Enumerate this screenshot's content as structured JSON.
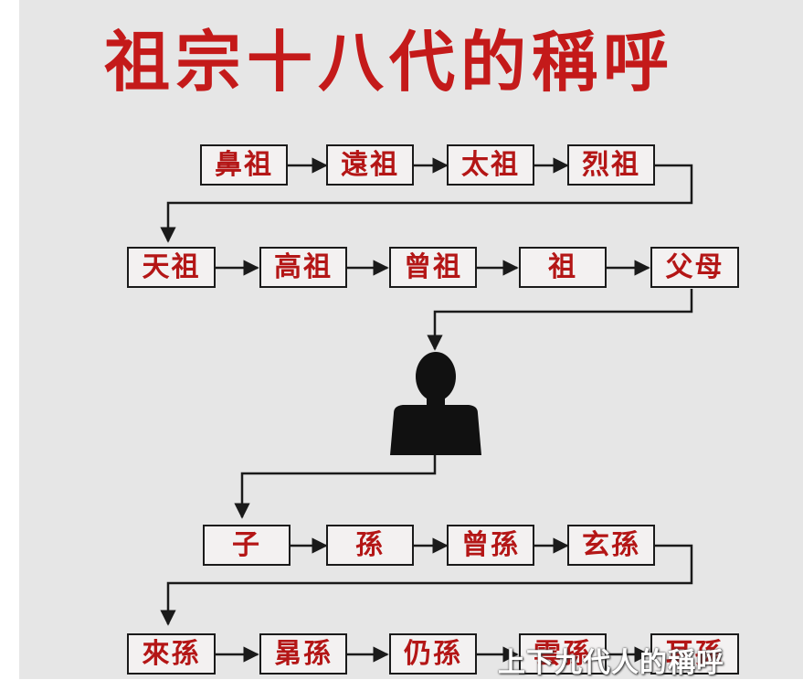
{
  "title": "祖宗十八代的稱呼",
  "ancestors_row1": [
    "鼻祖",
    "遠祖",
    "太祖",
    "烈祖"
  ],
  "ancestors_row2": [
    "天祖",
    "高祖",
    "曾祖",
    "祖",
    "父母"
  ],
  "descendants_row1": [
    "子",
    "孫",
    "曾孫",
    "玄孫"
  ],
  "descendants_row2": [
    "來孫",
    "晜孫",
    "仍孫",
    "雲孫",
    "耳孫"
  ],
  "watermark": "上下九代人的稱呼",
  "colors": {
    "text": "#c41a1a",
    "lines": "#1a1a1a",
    "background": "#e6e6e6"
  },
  "icons": {
    "self": "person-silhouette-icon"
  }
}
